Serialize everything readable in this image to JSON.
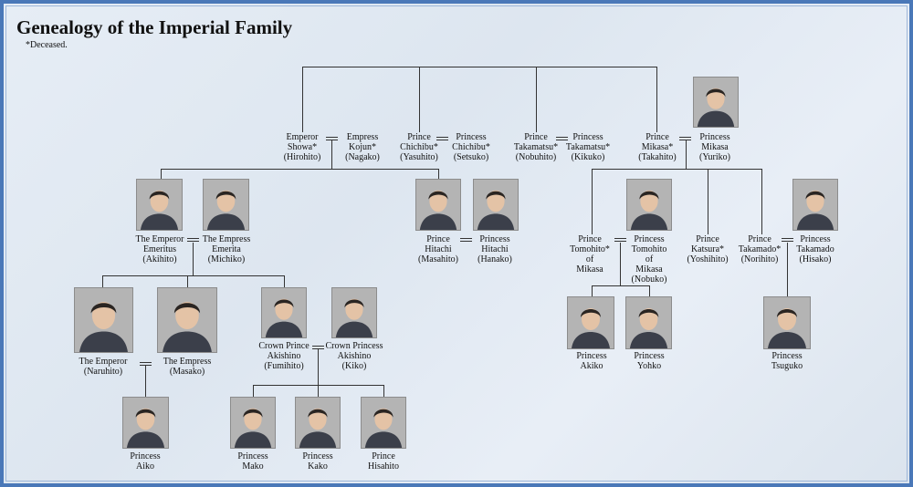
{
  "title": "Genealogy of the Imperial Family",
  "note": "*Deceased.",
  "people": {
    "showa": "Emperor\nShowa*\n(Hirohito)",
    "kojun": "Empress\nKojun*\n(Nagako)",
    "chichibu": "Prince\nChichibu*\n(Yasuhito)",
    "chichibu_w": "Princess\nChichibu*\n(Setsuko)",
    "takamatsu": "Prince\nTakamatsu*\n(Nobuhito)",
    "takamatsu_w": "Princess\nTakamatsu*\n(Kikuko)",
    "mikasa": "Prince\nMikasa*\n(Takahito)",
    "mikasa_w": "Princess\nMikasa\n(Yuriko)",
    "akihito": "The Emperor\nEmeritus\n(Akihito)",
    "michiko": "The Empress\nEmerita\n(Michiko)",
    "hitachi": "Prince\nHitachi\n(Masahito)",
    "hanako": "Princess\nHitachi\n(Hanako)",
    "tomohito": "Prince\nTomohito*\nof\nMikasa",
    "nobuko": "Princess\nTomohito\nof\nMikasa\n(Nobuko)",
    "katsura": "Prince\nKatsura*\n(Yoshihito)",
    "takamado": "Prince\nTakamado*\n(Norihito)",
    "hisako": "Princess\nTakamado\n(Hisako)",
    "naruhito": "The Emperor\n(Naruhito)",
    "masako": "The Empress\n(Masako)",
    "fumihito": "Crown Prince\nAkishino\n(Fumihito)",
    "kiko": "Crown Princess\nAkishino\n(Kiko)",
    "aiko": "Princess\nAiko",
    "mako": "Princess\nMako",
    "kako": "Princess\nKako",
    "hisahito": "Prince\nHisahito",
    "akiko": "Princess\nAkiko",
    "yohko": "Princess\nYohko",
    "tsuguko": "Princess\nTsuguko"
  },
  "colors": {
    "frame": "#4a78b8",
    "background": "#e3eaf3",
    "line": "#333333"
  }
}
